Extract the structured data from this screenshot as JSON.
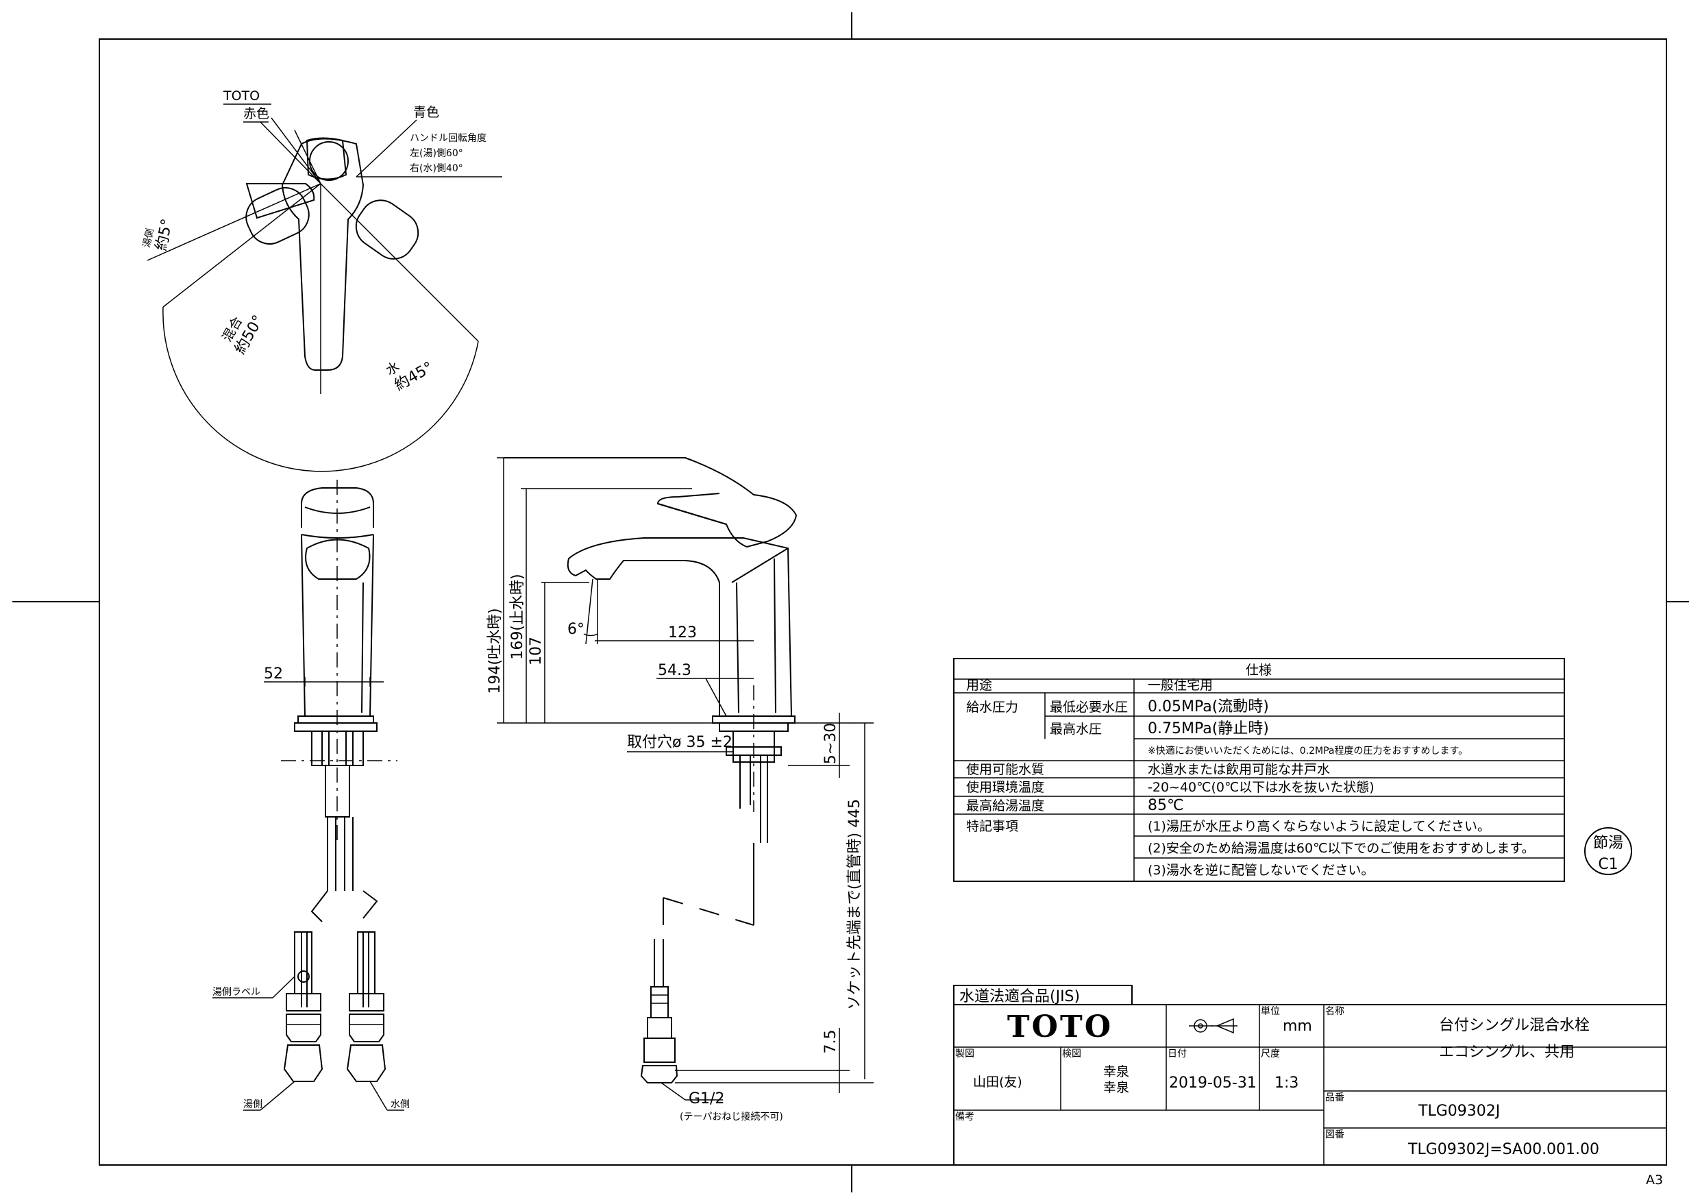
{
  "top_view": {
    "brand": "TOTO",
    "red": "赤色",
    "blue": "青色",
    "handle_angle_title": "ハンドル回転角度",
    "handle_angle_left": "左(湯)側60°",
    "handle_angle_right": "右(水)側40°",
    "hot_label": "湯側",
    "hot_angle": "約5°",
    "mix_label": "混合",
    "mix_angle": "約50°",
    "cold_label": "水",
    "cold_angle": "約45°"
  },
  "front_view": {
    "width_dim": "52",
    "hot_label_tag": "湯側ラベル",
    "hot_side": "湯側",
    "cold_side": "水側"
  },
  "side_view": {
    "dim_194": "194(吐水時)",
    "dim_169": "169(止水時)",
    "dim_107": "107",
    "dim_6deg": "6°",
    "dim_123": "123",
    "dim_543": "54.3",
    "mount_hole": "取付穴ø 35 ±2",
    "dim_5_30": "5~30",
    "dim_445": "ソケット先端まで(直管時) 445",
    "dim_75": "7.5",
    "thread": "G1/2",
    "thread_note": "(テーパおねじ接続不可)"
  },
  "spec_table": {
    "title": "仕様",
    "rows": [
      {
        "label": "用途",
        "sub": "",
        "value": "一般住宅用"
      },
      {
        "label": "給水圧力",
        "sub": "最低必要水圧",
        "value": "0.05MPa(流動時)"
      },
      {
        "label": "",
        "sub": "最高水圧",
        "value": "0.75MPa(静止時)"
      },
      {
        "label": "",
        "sub": "",
        "value": "※快適にお使いいただくためには、0.2MPa程度の圧力をおすすめします。"
      },
      {
        "label": "使用可能水質",
        "sub": "",
        "value": "水道水または飲用可能な井戸水"
      },
      {
        "label": "使用環境温度",
        "sub": "",
        "value": "-20~40℃(0℃以下は水を抜いた状態)"
      },
      {
        "label": "最高給湯温度",
        "sub": "",
        "value": "85℃"
      },
      {
        "label": "特記事項",
        "sub": "",
        "value": "(1)湯圧が水圧より高くならないように設定してください。"
      },
      {
        "label": "",
        "sub": "",
        "value": "(2)安全のため給湯温度は60℃以下でのご使用をおすすめします。"
      },
      {
        "label": "",
        "sub": "",
        "value": "(3)湯水を逆に配管しないでください。"
      }
    ]
  },
  "badge": {
    "line1": "節湯",
    "line2": "C1"
  },
  "title_block": {
    "jis": "水道法適合品(JIS)",
    "logo": "TOTO",
    "unit_label": "単位",
    "unit": "mm",
    "name_label": "名称",
    "name1": "台付シングル混合水栓",
    "name2": "エコシングル、共用",
    "drawn_label": "製図",
    "drawn_by": "山田(友)",
    "checked_label": "検図",
    "checked1": "幸泉",
    "checked2": "幸泉",
    "date_label": "日付",
    "date": "2019-05-31",
    "scale_label": "尺度",
    "scale": "1:3",
    "model_label": "品番",
    "model": "TLG09302J",
    "remarks_label": "備考",
    "drawing_no_label": "図番",
    "drawing_no": "TLG09302J=SA00.001.00"
  },
  "paper_size": "A3"
}
